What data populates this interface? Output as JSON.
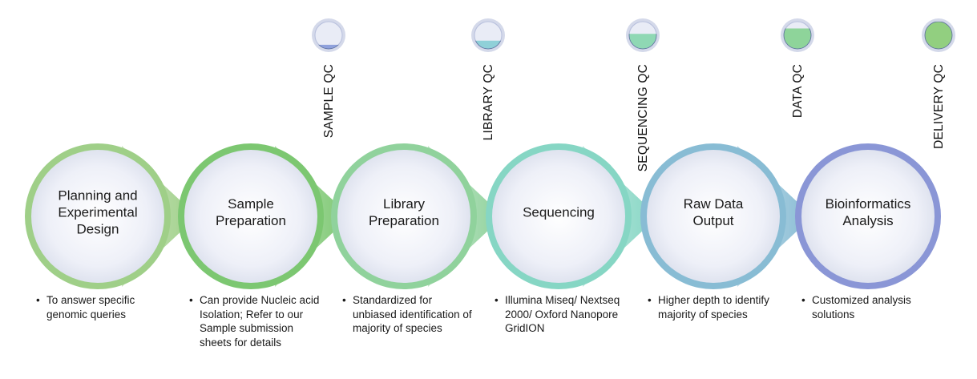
{
  "stages": [
    {
      "title_lines": [
        "Planning and",
        "Experimental",
        "Design"
      ],
      "description": "To answer specific genomic queries",
      "color": "#9fcf88"
    },
    {
      "title_lines": [
        "Sample",
        "Preparation"
      ],
      "description": "Can provide Nucleic acid Isolation; Refer to our Sample submission sheets for details",
      "color": "#7cc771"
    },
    {
      "title_lines": [
        "Library",
        "Preparation"
      ],
      "description": "Standardized for unbiased identification of majority of species",
      "color": "#90d29c"
    },
    {
      "title_lines": [
        "Sequencing"
      ],
      "description": "Illumina Miseq/ Nextseq 2000/ Oxford Nanopore GridION",
      "color": "#86d6c4"
    },
    {
      "title_lines": [
        "Raw Data",
        "Output"
      ],
      "description": "Higher depth to identify majority of species",
      "color": "#88bcd4"
    },
    {
      "title_lines": [
        "Bioinformatics",
        "Analysis"
      ],
      "description": "Customized analysis solutions",
      "color": "#8a96d6"
    }
  ],
  "qc_checkpoints": [
    {
      "label": "SAMPLE QC",
      "fill_level": 0.15,
      "fill_color": "#8fa1dc"
    },
    {
      "label": "LIBRARY QC",
      "fill_level": 0.3,
      "fill_color": "#8fd0d8"
    },
    {
      "label": "SEQUENCING QC",
      "fill_level": 0.55,
      "fill_color": "#8fd8b4"
    },
    {
      "label": "DATA QC",
      "fill_level": 0.75,
      "fill_color": "#8ed49a"
    },
    {
      "label": "DELIVERY QC",
      "fill_level": 1.0,
      "fill_color": "#92cf80"
    }
  ],
  "colors": {
    "circle_inner": "#eef0f8",
    "qc_outer": "#d4d9ea",
    "text": "#1a1a1a"
  }
}
